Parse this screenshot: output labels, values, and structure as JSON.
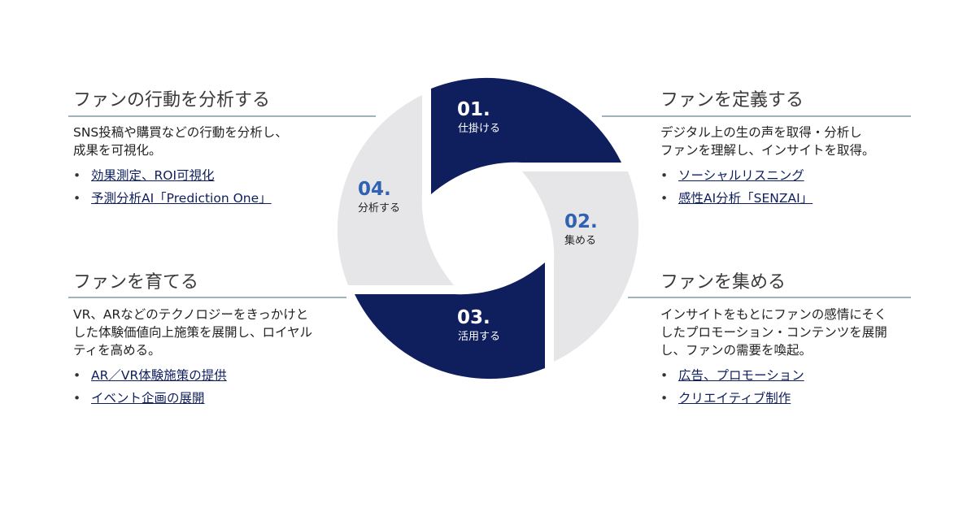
{
  "colors": {
    "navy": "#0f1f5e",
    "gray": "#e6e6e8",
    "accent": "#2f62b3"
  },
  "cycle": [
    {
      "num": "01.",
      "label": "仕掛ける"
    },
    {
      "num": "02.",
      "label": "集める"
    },
    {
      "num": "03.",
      "label": "活用する"
    },
    {
      "num": "04.",
      "label": "分析する"
    }
  ],
  "panels": {
    "analyze": {
      "heading": "ファンの行動を分析する",
      "body": [
        "SNS投稿や購買などの行動を分析し、",
        "成果を可視化。"
      ],
      "links": [
        "効果測定、ROI可視化",
        "予測分析AI「Prediction One」"
      ]
    },
    "define": {
      "heading": "ファンを定義する",
      "body": [
        "デジタル上の生の声を取得・分析し",
        "ファンを理解し、インサイトを取得。"
      ],
      "links": [
        "ソーシャルリスニング",
        "感性AI分析「SENZAI」"
      ]
    },
    "nurture": {
      "heading": "ファンを育てる",
      "body": [
        "VR、ARなどのテクノロジーをきっかけと",
        "した体験価値向上施策を展開し、ロイヤル",
        "ティを高める。"
      ],
      "links": [
        "AR／VR体験施策の提供",
        "イベント企画の展開"
      ]
    },
    "gather": {
      "heading": "ファンを集める",
      "body": [
        "インサイトをもとにファンの感情にそく",
        "したプロモーション・コンテンツを展開",
        "し、ファンの需要を喚起。"
      ],
      "links": [
        "広告、プロモーション",
        "クリエイティブ制作"
      ]
    }
  }
}
